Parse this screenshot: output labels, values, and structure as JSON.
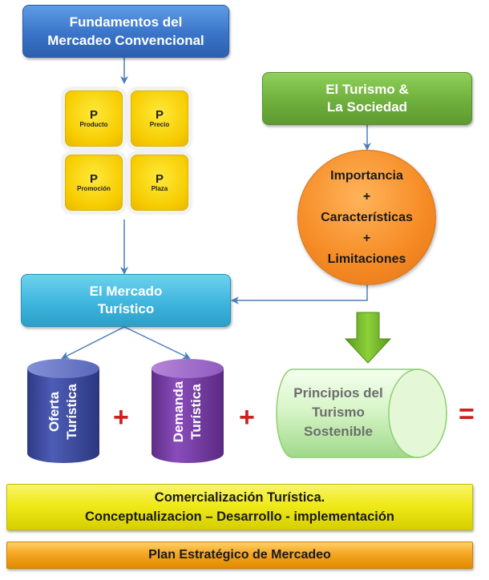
{
  "fundamentos": {
    "line1": "Fundamentos del",
    "line2": "Mercadeo Convencional"
  },
  "four_p": [
    {
      "letter": "P",
      "label": "Producto"
    },
    {
      "letter": "P",
      "label": "Precio"
    },
    {
      "letter": "P",
      "label": "Promoción"
    },
    {
      "letter": "P",
      "label": "Plaza"
    }
  ],
  "turismo_sociedad": {
    "line1": "El Turismo &",
    "line2": "La Sociedad"
  },
  "circle": {
    "line1": "Importancia",
    "plus1": "+",
    "line2": "Características",
    "plus2": "+",
    "line3": "Limitaciones"
  },
  "mercado": {
    "line1": "El Mercado",
    "line2": "Turístico"
  },
  "oferta": {
    "line1": "Oferta",
    "line2": "Turística"
  },
  "demanda": {
    "line1": "Demanda",
    "line2": "Turística"
  },
  "principios": {
    "line1": "Principios del",
    "line2": "Turismo",
    "line3": "Sostenible"
  },
  "operators": {
    "plus": "+",
    "equals": "="
  },
  "comercializacion": {
    "line1": "Comercialización Turística.",
    "line2": "Conceptualizacion – Desarrollo - implementación"
  },
  "plan": {
    "label": "Plan Estratégico de Mercadeo"
  },
  "colors": {
    "blue": "#3a74c9",
    "yellow_p": "#f6cc00",
    "green": "#6cad3b",
    "orange": "#f58a23",
    "cyan": "#3bb3dc",
    "cylinder_blue": "#3c4ba0",
    "cylinder_purple": "#7a3fa8",
    "pale_green": "#d8f5c8",
    "red_operator": "#d02020",
    "connector": "#4a7ebb"
  }
}
